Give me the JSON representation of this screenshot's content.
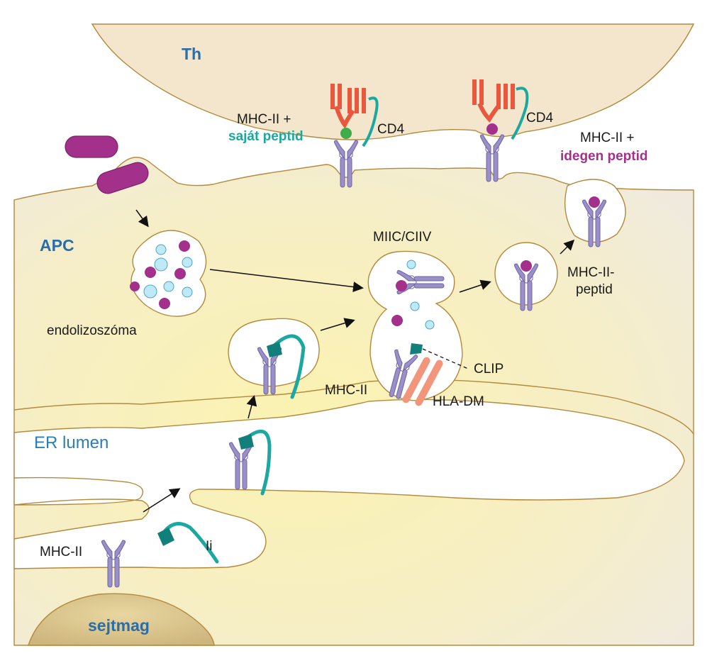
{
  "labels": {
    "th": "Th",
    "apc": "APC",
    "er_lumen": "ER lumen",
    "nucleus": "sejtmag",
    "endolysosome": "endolizoszóma",
    "miic": "MIIC/CIIV",
    "mhc_self_line1": "MHC-II +",
    "mhc_self_line2": "saját peptid",
    "cd4_left": "CD4",
    "cd4_right": "CD4",
    "mhc_foreign_line1": "MHC-II +",
    "mhc_foreign_line2": "idegen peptid",
    "mhc_peptide_line1": "MHC-II-",
    "mhc_peptide_line2": "peptid",
    "clip": "CLIP",
    "mhc_ii_vesicle": "MHC-II",
    "hla_dm": "HLA-DM",
    "mhc_ii_er": "MHC-II",
    "ii": "Ii"
  },
  "colors": {
    "th_cell": "#f3e6cc",
    "apc_cytoplasm": "#f7efb8",
    "membrane": "#b38a3c",
    "mhc": "#9a8fc6",
    "mhc_stroke": "#6f64a8",
    "invariant_chain": "#1aa8a0",
    "clip": "#127f7a",
    "tcr": "#e8573e",
    "self_peptide": "#3fae4a",
    "foreign_peptide": "#a3318c",
    "hla_dm": "#f2957a",
    "nucleus": "#d9c48e",
    "vesicle_dot_blue": "#bfe9f6"
  }
}
